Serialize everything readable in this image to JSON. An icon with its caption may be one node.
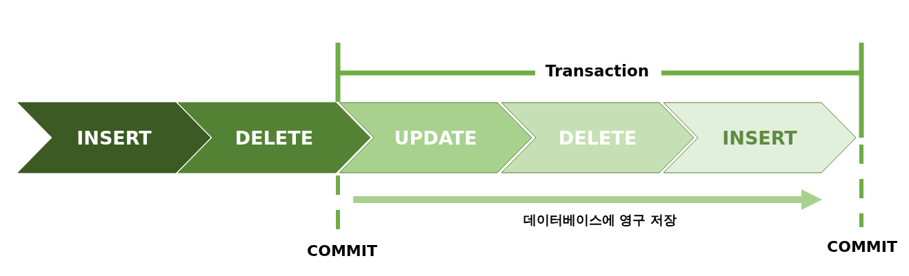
{
  "diagram": {
    "nodes": [
      {
        "text": [
          "INSERT"
        ]
      },
      {
        "text": [
          "DELETE"
        ]
      },
      {
        "text": [
          "UPDATE"
        ]
      },
      {
        "text": [
          "DELETE"
        ]
      },
      {
        "text": [
          "INSERT"
        ]
      }
    ],
    "labels": [
      "Transaction",
      "데이터베이스에 영구 저장",
      "COMMIT",
      "COMMIT"
    ]
  }
}
